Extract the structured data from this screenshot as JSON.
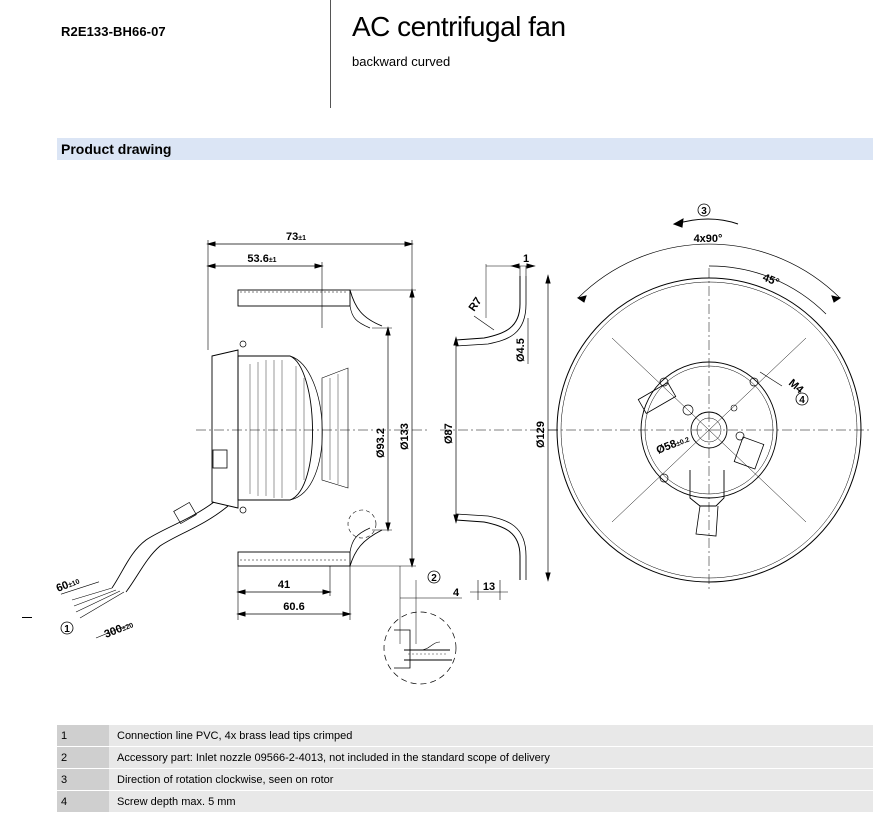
{
  "header": {
    "model": "R2E133-BH66-07",
    "title": "AC centrifugal fan",
    "subtitle": "backward curved"
  },
  "section": {
    "title": "Product drawing"
  },
  "drawing": {
    "dims": {
      "overall_length": "73",
      "overall_length_tol": "±1",
      "rotor_length": "53.6",
      "rotor_length_tol": "±1",
      "inlet_diameter": "Ø93.2",
      "outer_diameter": "Ø133",
      "bottom_41": "41",
      "bottom_606": "60.6",
      "lead_tips": "60",
      "lead_tips_tol": "±10",
      "cable_length": "300",
      "cable_length_tol": "±20",
      "nozzle_thickness": "1",
      "nozzle_radius": "R7",
      "nozzle_hole": "Ø4.5",
      "nozzle_inner": "Ø87",
      "nozzle_outer": "Ø129",
      "nozzle_depth": "13",
      "detail_4": "4",
      "angle_4x90": "4x90°",
      "angle_45": "45°",
      "thread": "M4",
      "hub_diameter": "Ø58",
      "hub_tol": "±0.2"
    },
    "callouts": {
      "c1": "1",
      "c2": "2",
      "c3": "3",
      "c4": "4"
    }
  },
  "legend": [
    {
      "num": "1",
      "text": "Connection line PVC, 4x brass lead tips crimped"
    },
    {
      "num": "2",
      "text": "Accessory part: Inlet nozzle 09566-2-4013, not included in the standard scope of delivery"
    },
    {
      "num": "3",
      "text": "Direction of rotation clockwise, seen on rotor"
    },
    {
      "num": "4",
      "text": "Screw depth max. 5 mm"
    }
  ]
}
